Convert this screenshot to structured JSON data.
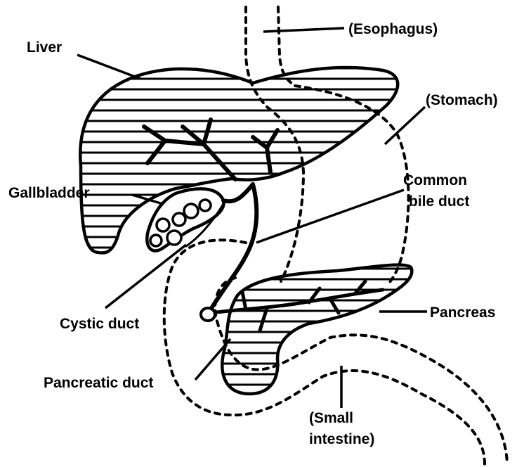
{
  "labels": {
    "liver": "Liver",
    "esophagus": "(Esophagus)",
    "stomach": "(Stomach)",
    "gallbladder": "Gallbladder",
    "common_bile_duct_line1": "Common",
    "common_bile_duct_line2": "bile duct",
    "cystic_duct": "Cystic duct",
    "pancreas": "Pancreas",
    "pancreatic_duct": "Pancreatic duct",
    "small_intestine_line1": "(Small",
    "small_intestine_line2": "intestine)"
  },
  "colors": {
    "ink": "#000000",
    "background": "#ffffff"
  }
}
